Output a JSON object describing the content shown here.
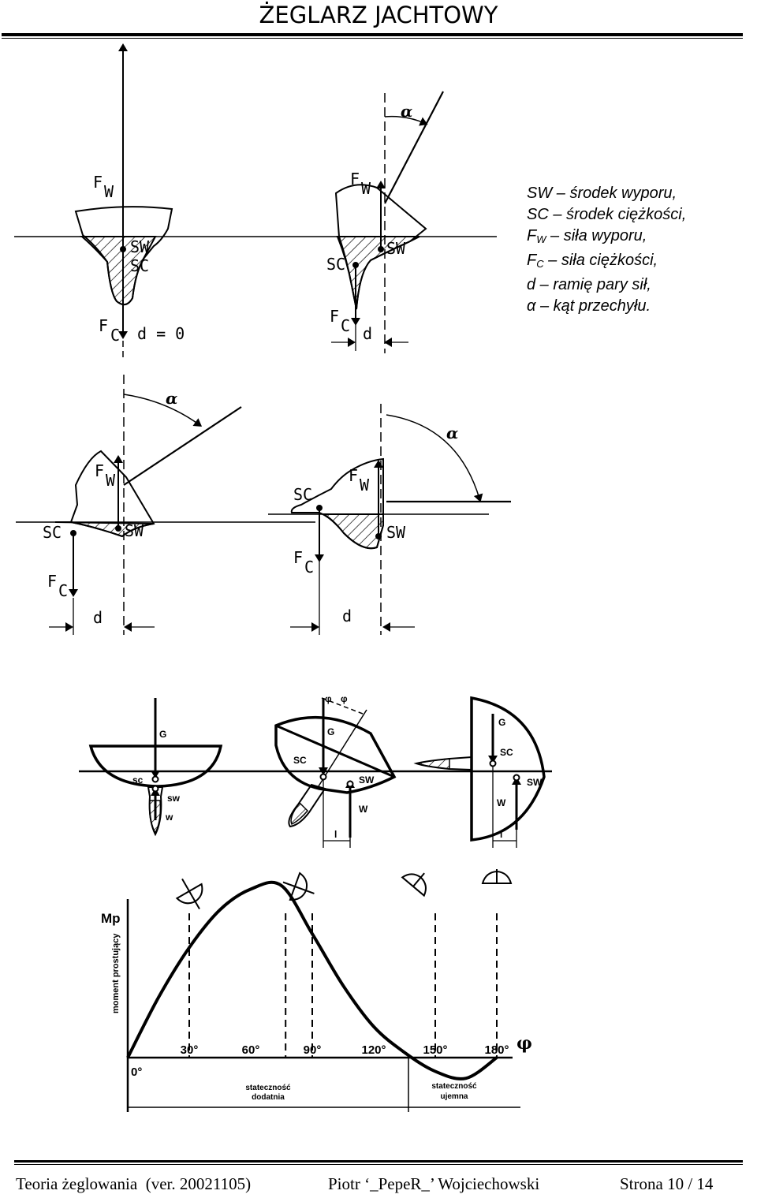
{
  "header": {
    "title": "ŻEGLARZ JACHTOWY"
  },
  "legend": {
    "sw": "SW – środek wyporu,",
    "sc": "SC – środek ciężkości,",
    "fw_main": "F",
    "fw_sub": "W",
    "fw_rest": " – siła wyporu,",
    "fc_main": "F",
    "fc_sub": "C",
    "fc_rest": " – siła ciężkości,",
    "d": "d – ramię pary sił,",
    "alpha": "α – kąt przechyłu."
  },
  "diagram_labels": {
    "F": "F",
    "W": "W",
    "C": "C",
    "SW": "SW",
    "SC": "SC",
    "d": "d",
    "d0": "d = 0",
    "alpha": "α"
  },
  "boats_labels": {
    "G": "G",
    "sc": "sc",
    "SC": "SC",
    "sw": "sw",
    "SW": "SW",
    "w": "w",
    "W": "W",
    "l": "l",
    "phi": "φ"
  },
  "chart_data": {
    "type": "line",
    "ylabel_short": "Mp",
    "ylabel": "moment prostujący",
    "xlabel": "φ",
    "origin_label": "0°",
    "tick_labels": [
      "30°",
      "60°",
      "90°",
      "120°",
      "150°",
      "180°"
    ],
    "x": [
      0,
      15,
      30,
      45,
      60,
      75,
      90,
      105,
      120,
      135,
      150,
      165,
      180
    ],
    "y": [
      0,
      0.35,
      0.64,
      0.86,
      0.98,
      1.0,
      0.72,
      0.42,
      0.18,
      0.03,
      -0.08,
      -0.12,
      0
    ],
    "xlim": [
      0,
      180
    ],
    "region_labels": [
      {
        "line1": "stateczność",
        "line2": "dodatnia"
      },
      {
        "line1": "stateczność",
        "line2": "ujemna"
      }
    ]
  },
  "footer": {
    "left": "Teoria żeglowania  (ver. 20021105)",
    "middle": "Piotr ‘_PepeR_’ Wojciechowski",
    "right": "Strona 10 / 14"
  }
}
